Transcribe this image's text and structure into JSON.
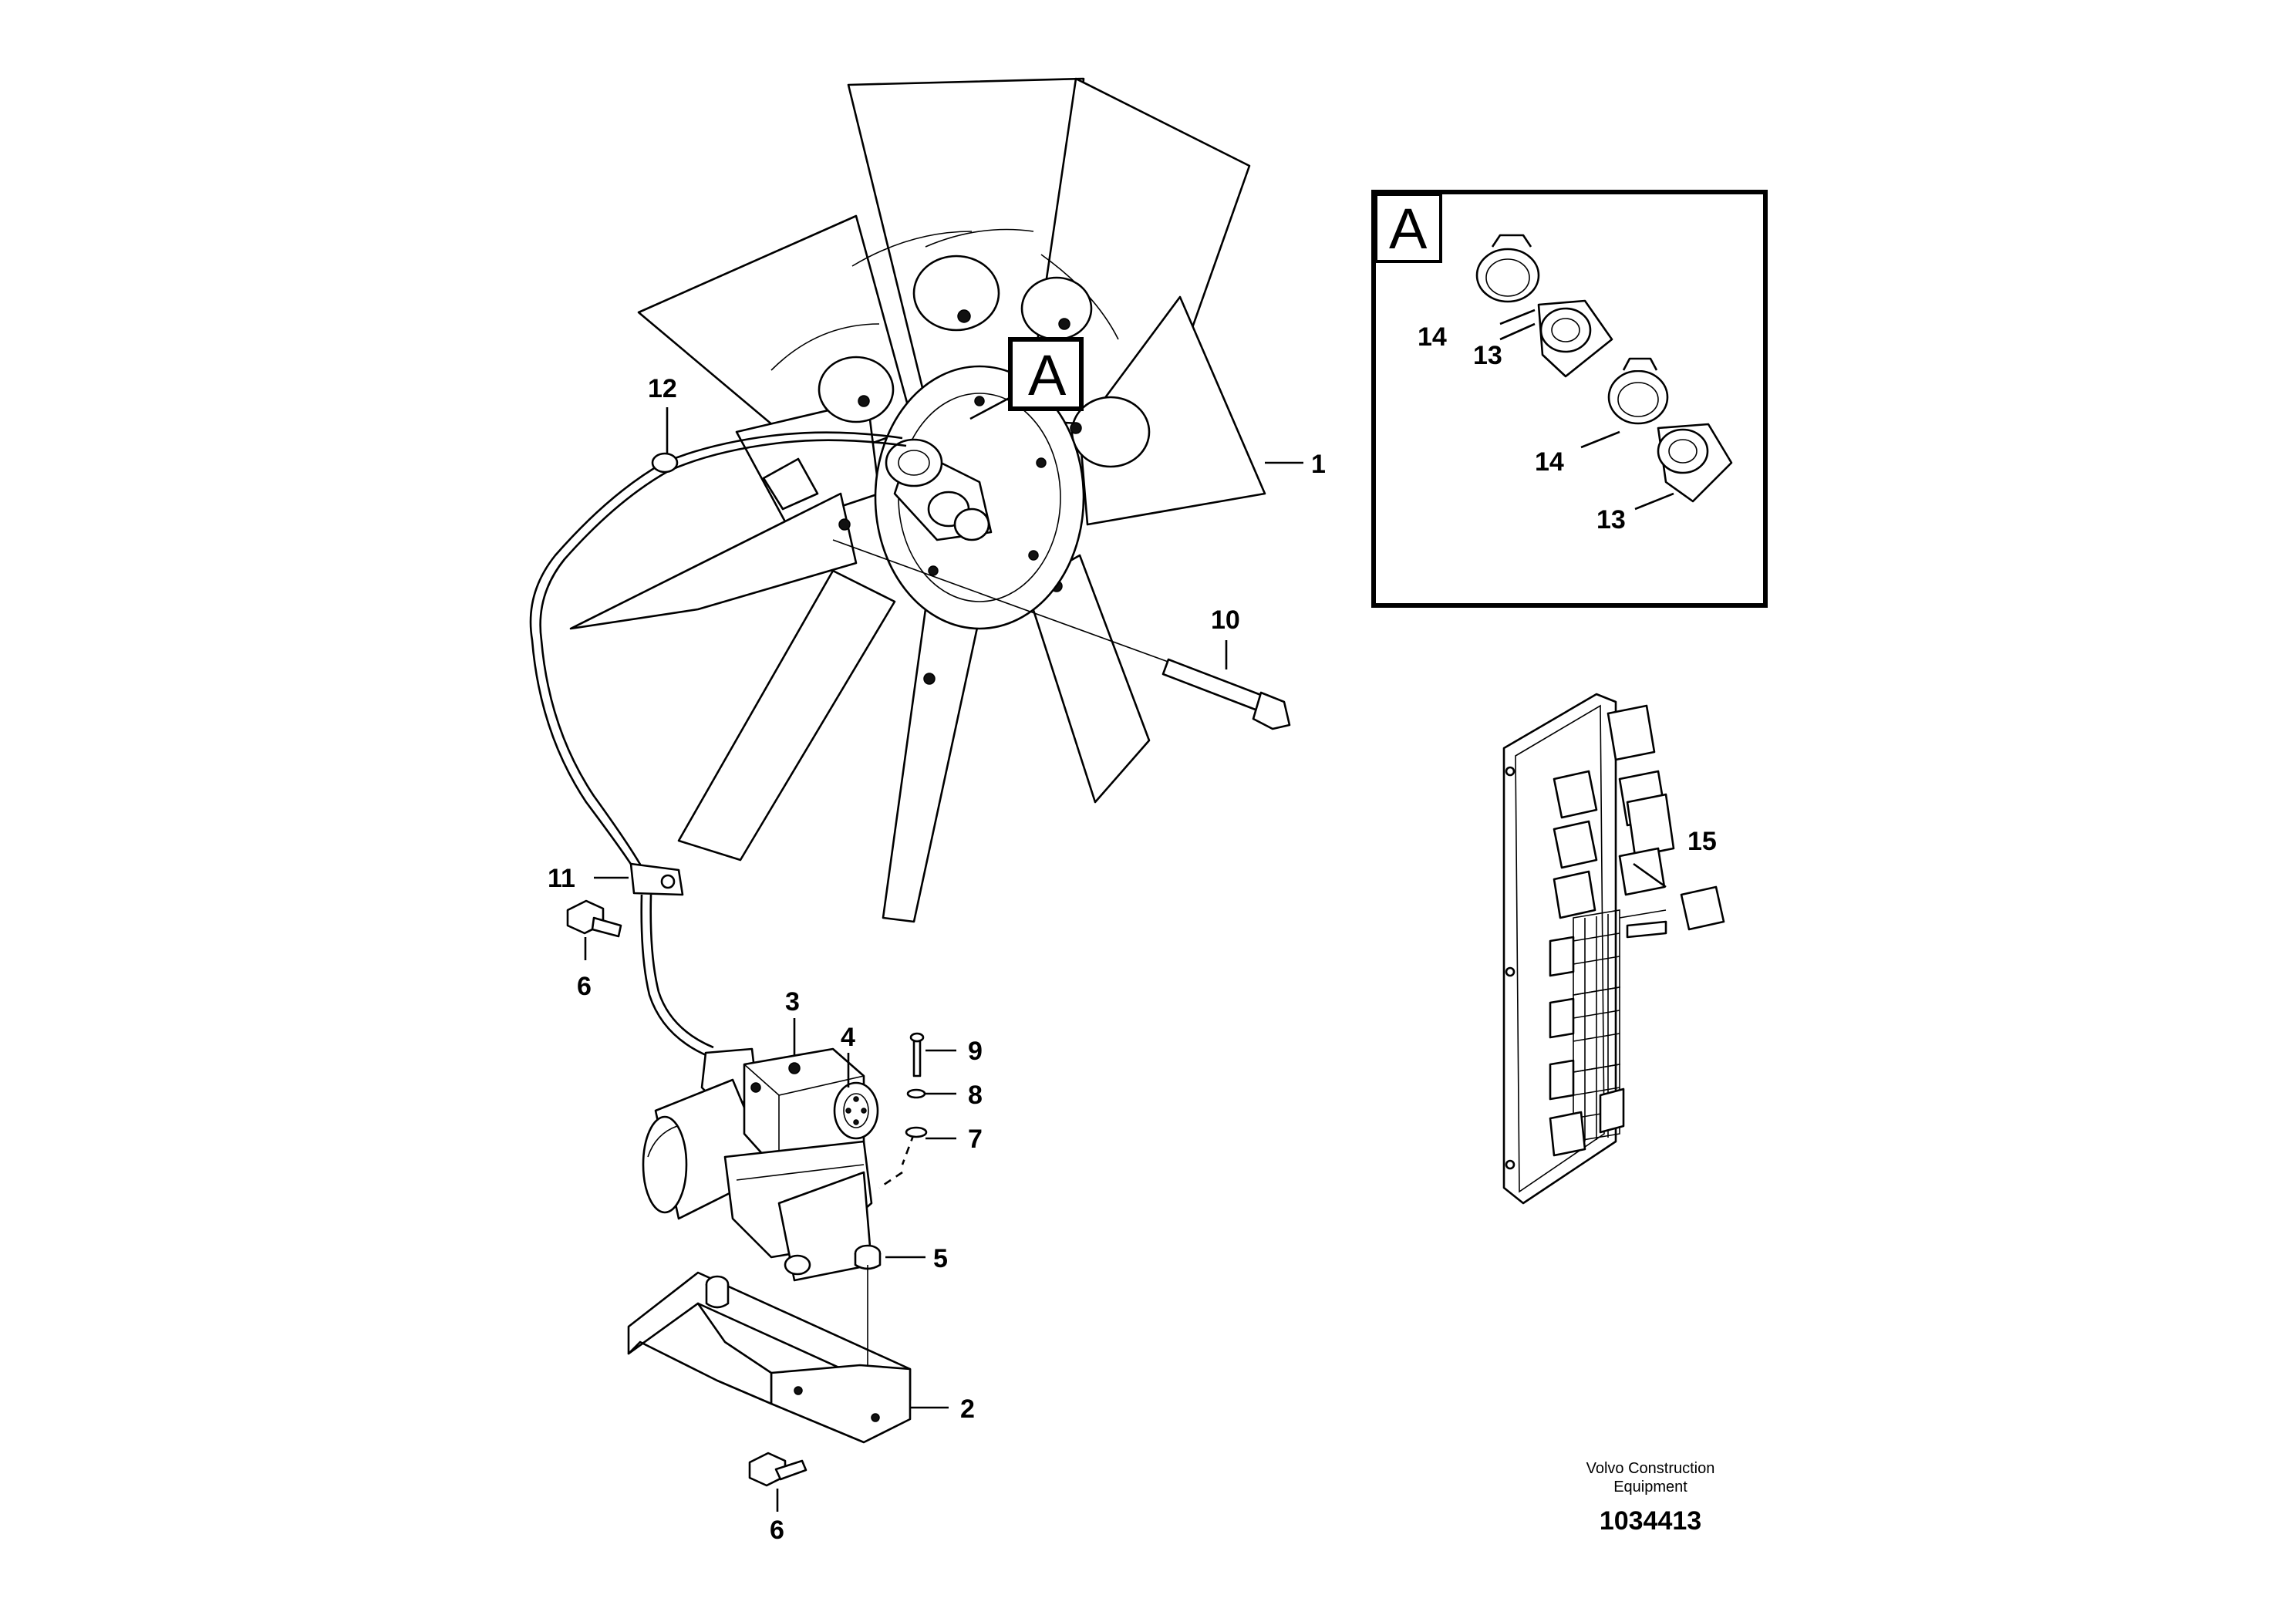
{
  "callouts": {
    "c1": "1",
    "c2": "2",
    "c3": "3",
    "c4": "4",
    "c5": "5",
    "c6a": "6",
    "c6b": "6",
    "c7": "7",
    "c8": "8",
    "c9": "9",
    "c10": "10",
    "c11": "11",
    "c12": "12",
    "c13a": "13",
    "c13b": "13",
    "c14a": "14",
    "c14b": "14",
    "c15": "15"
  },
  "detail": {
    "marker_letter": "A",
    "box_letter": "A"
  },
  "footer": {
    "company_line1": "Volvo Construction",
    "company_line2": "Equipment",
    "drawing_number": "1034413"
  }
}
